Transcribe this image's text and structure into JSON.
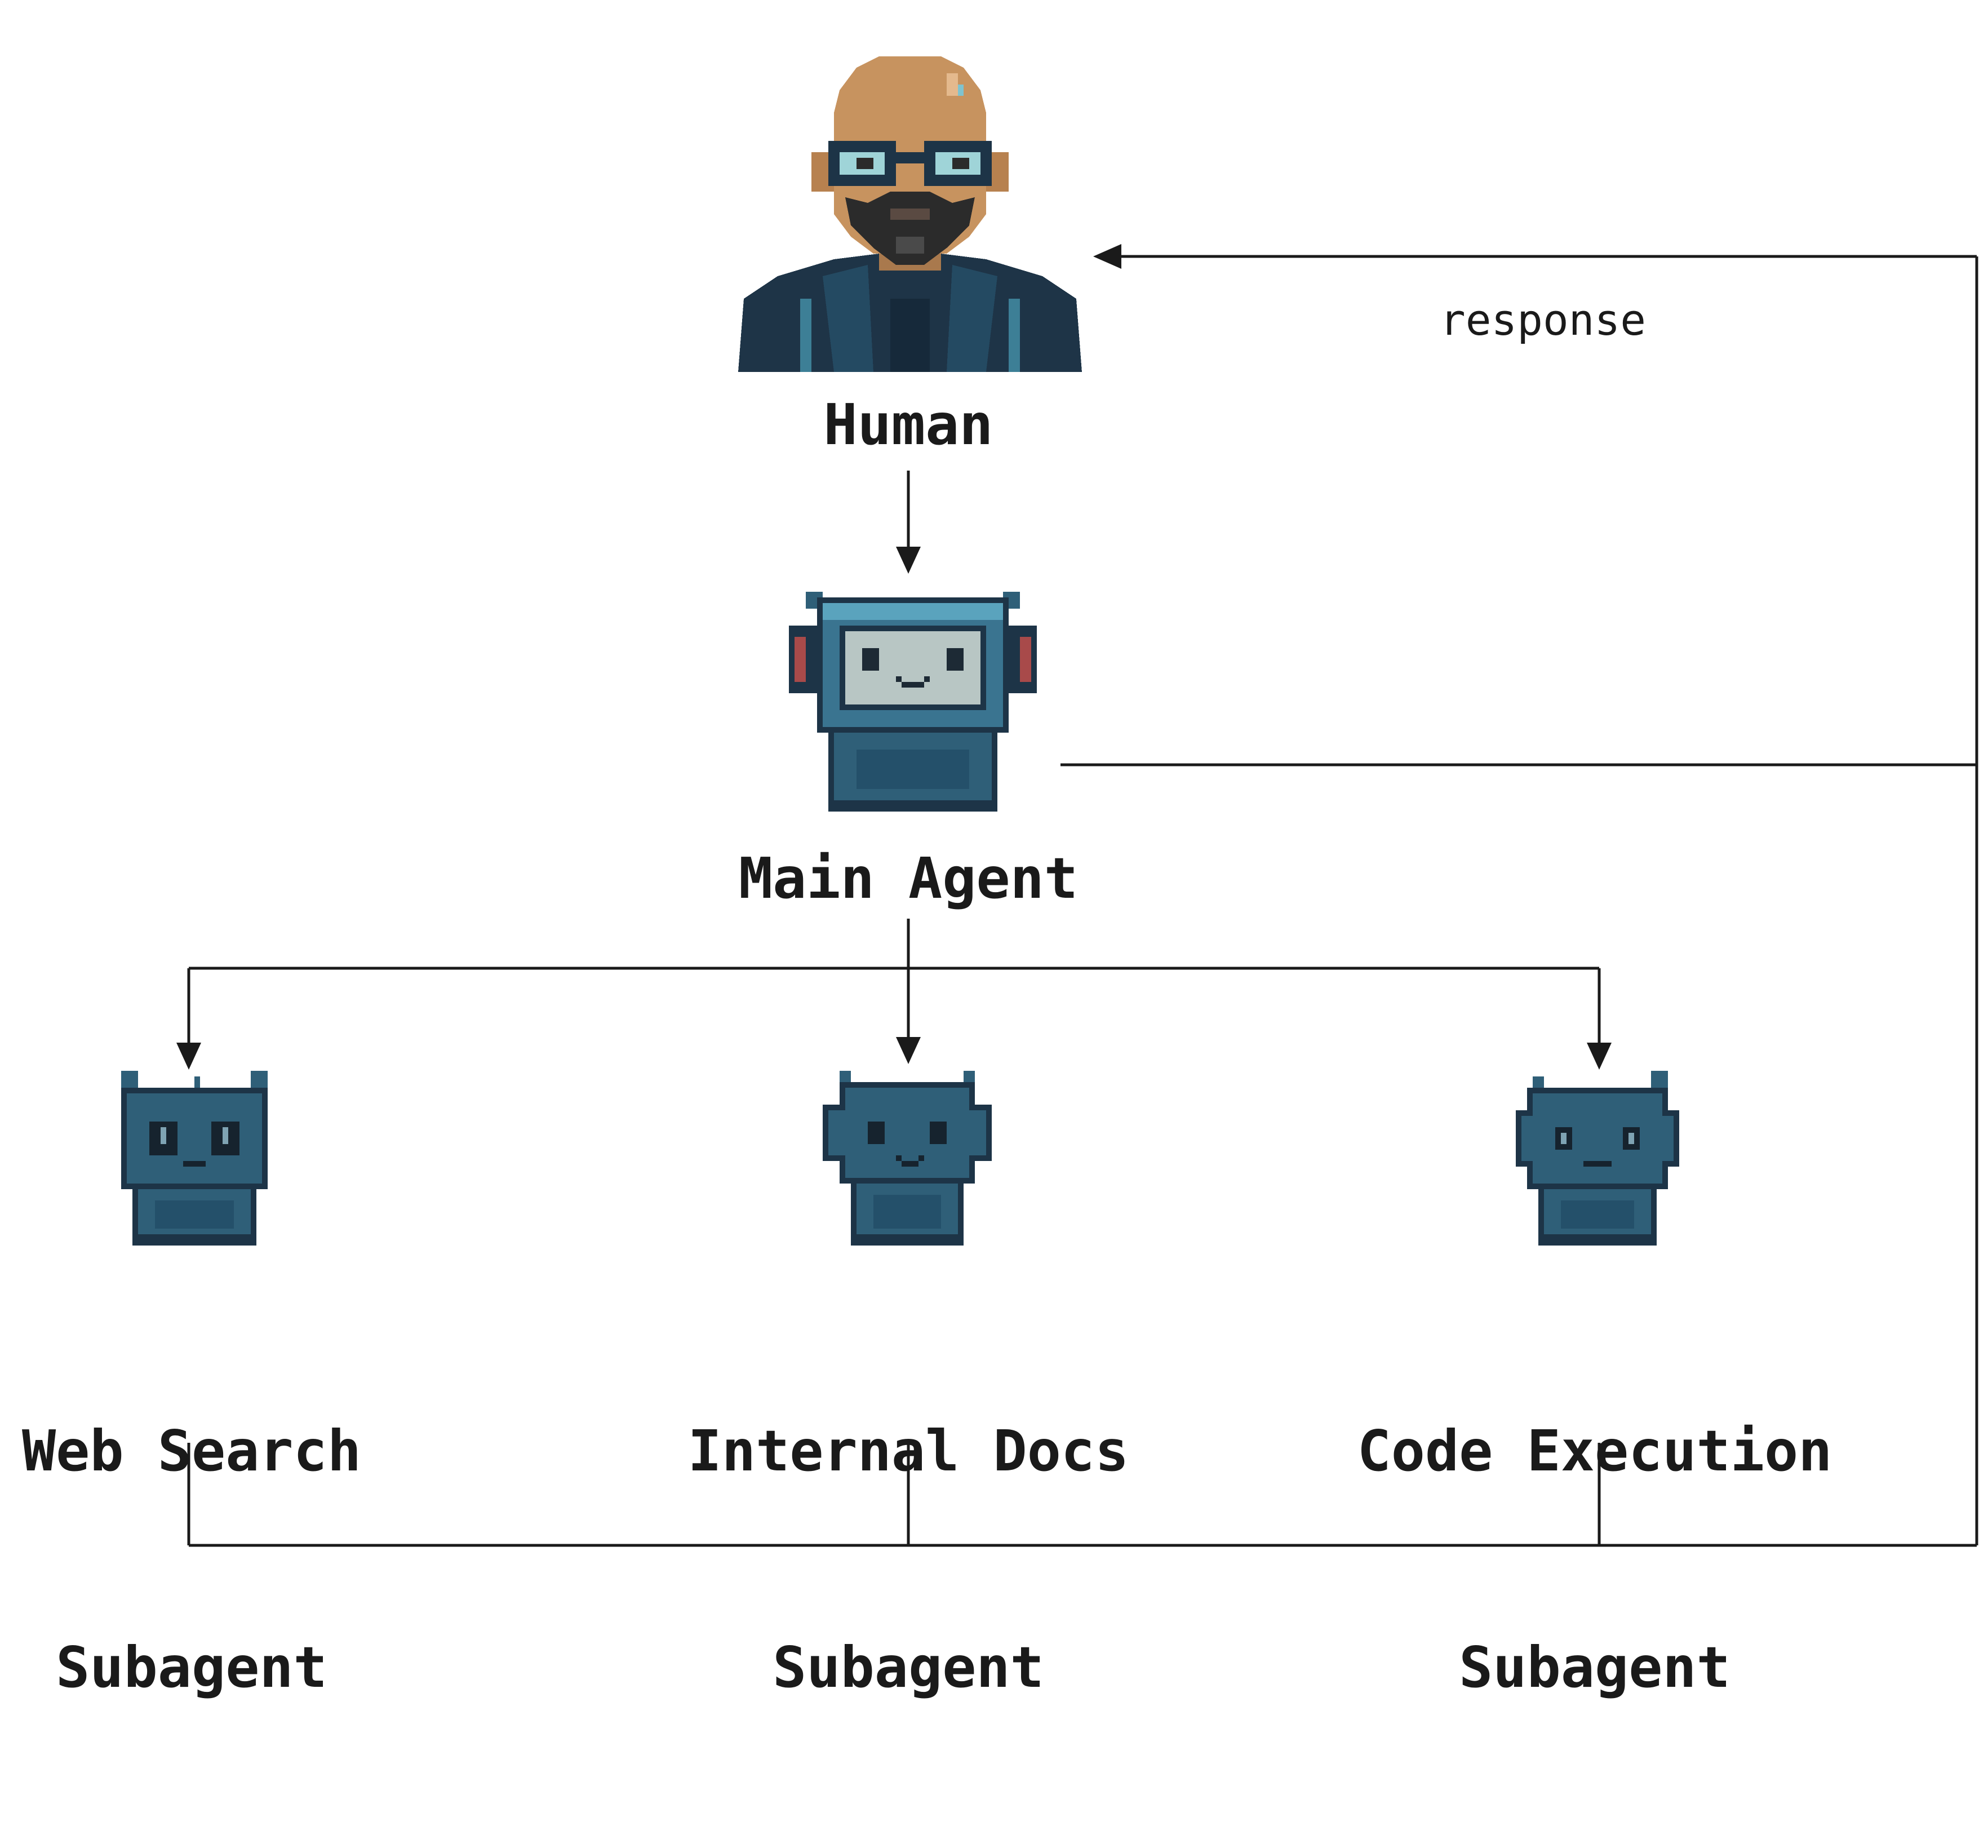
{
  "nodes": {
    "human": {
      "label": "Human",
      "icon": "human-avatar-icon"
    },
    "main_agent": {
      "label": "Main Agent",
      "icon": "robot-icon"
    },
    "web_search": {
      "label_line1": "Web Search",
      "label_line2": "Subagent",
      "icon": "small-robot-icon"
    },
    "internal_docs": {
      "label_line1": "Internal Docs",
      "label_line2": "Subagent",
      "icon": "small-robot-icon"
    },
    "code_execution": {
      "label_line1": "Code Execution",
      "label_line2": "Subagent",
      "icon": "small-robot-icon"
    }
  },
  "edges": {
    "response_label": "response"
  },
  "colors": {
    "line": "#1a1a1a",
    "robot_body": "#2f5f78",
    "robot_dark": "#1d3447",
    "robot_face": "#b8c6c4",
    "human_skin": "#c7935f",
    "human_jacket": "#1e3447",
    "glasses": "#5fb7c7"
  }
}
